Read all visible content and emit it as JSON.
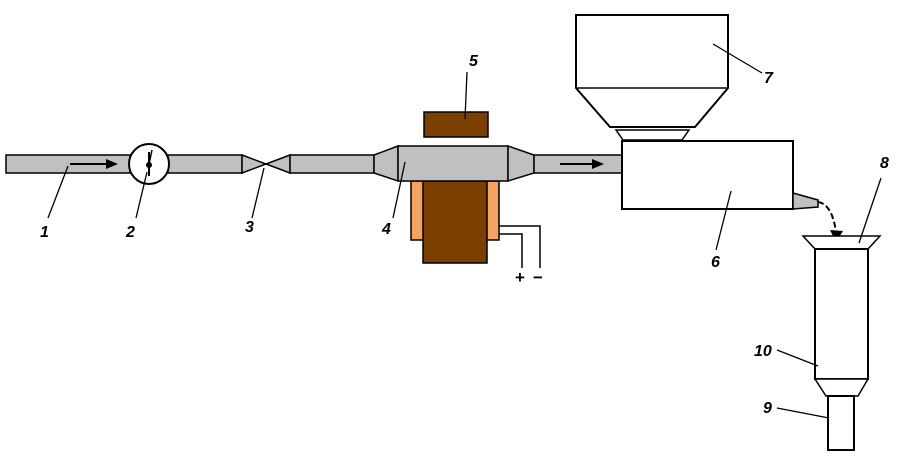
{
  "labels": {
    "l1": "1",
    "l2": "2",
    "l3": "3",
    "l4": "4",
    "l5": "5",
    "l6": "6",
    "l7": "7",
    "l8": "8",
    "l9": "9",
    "l10": "10"
  },
  "terminals": {
    "plus": "+",
    "minus": "−"
  },
  "colors": {
    "pipe": "#c0c0c0",
    "magnet": "#7b3f00",
    "coil": "#f4a460",
    "outline": "#000000",
    "background": "#ffffff"
  }
}
